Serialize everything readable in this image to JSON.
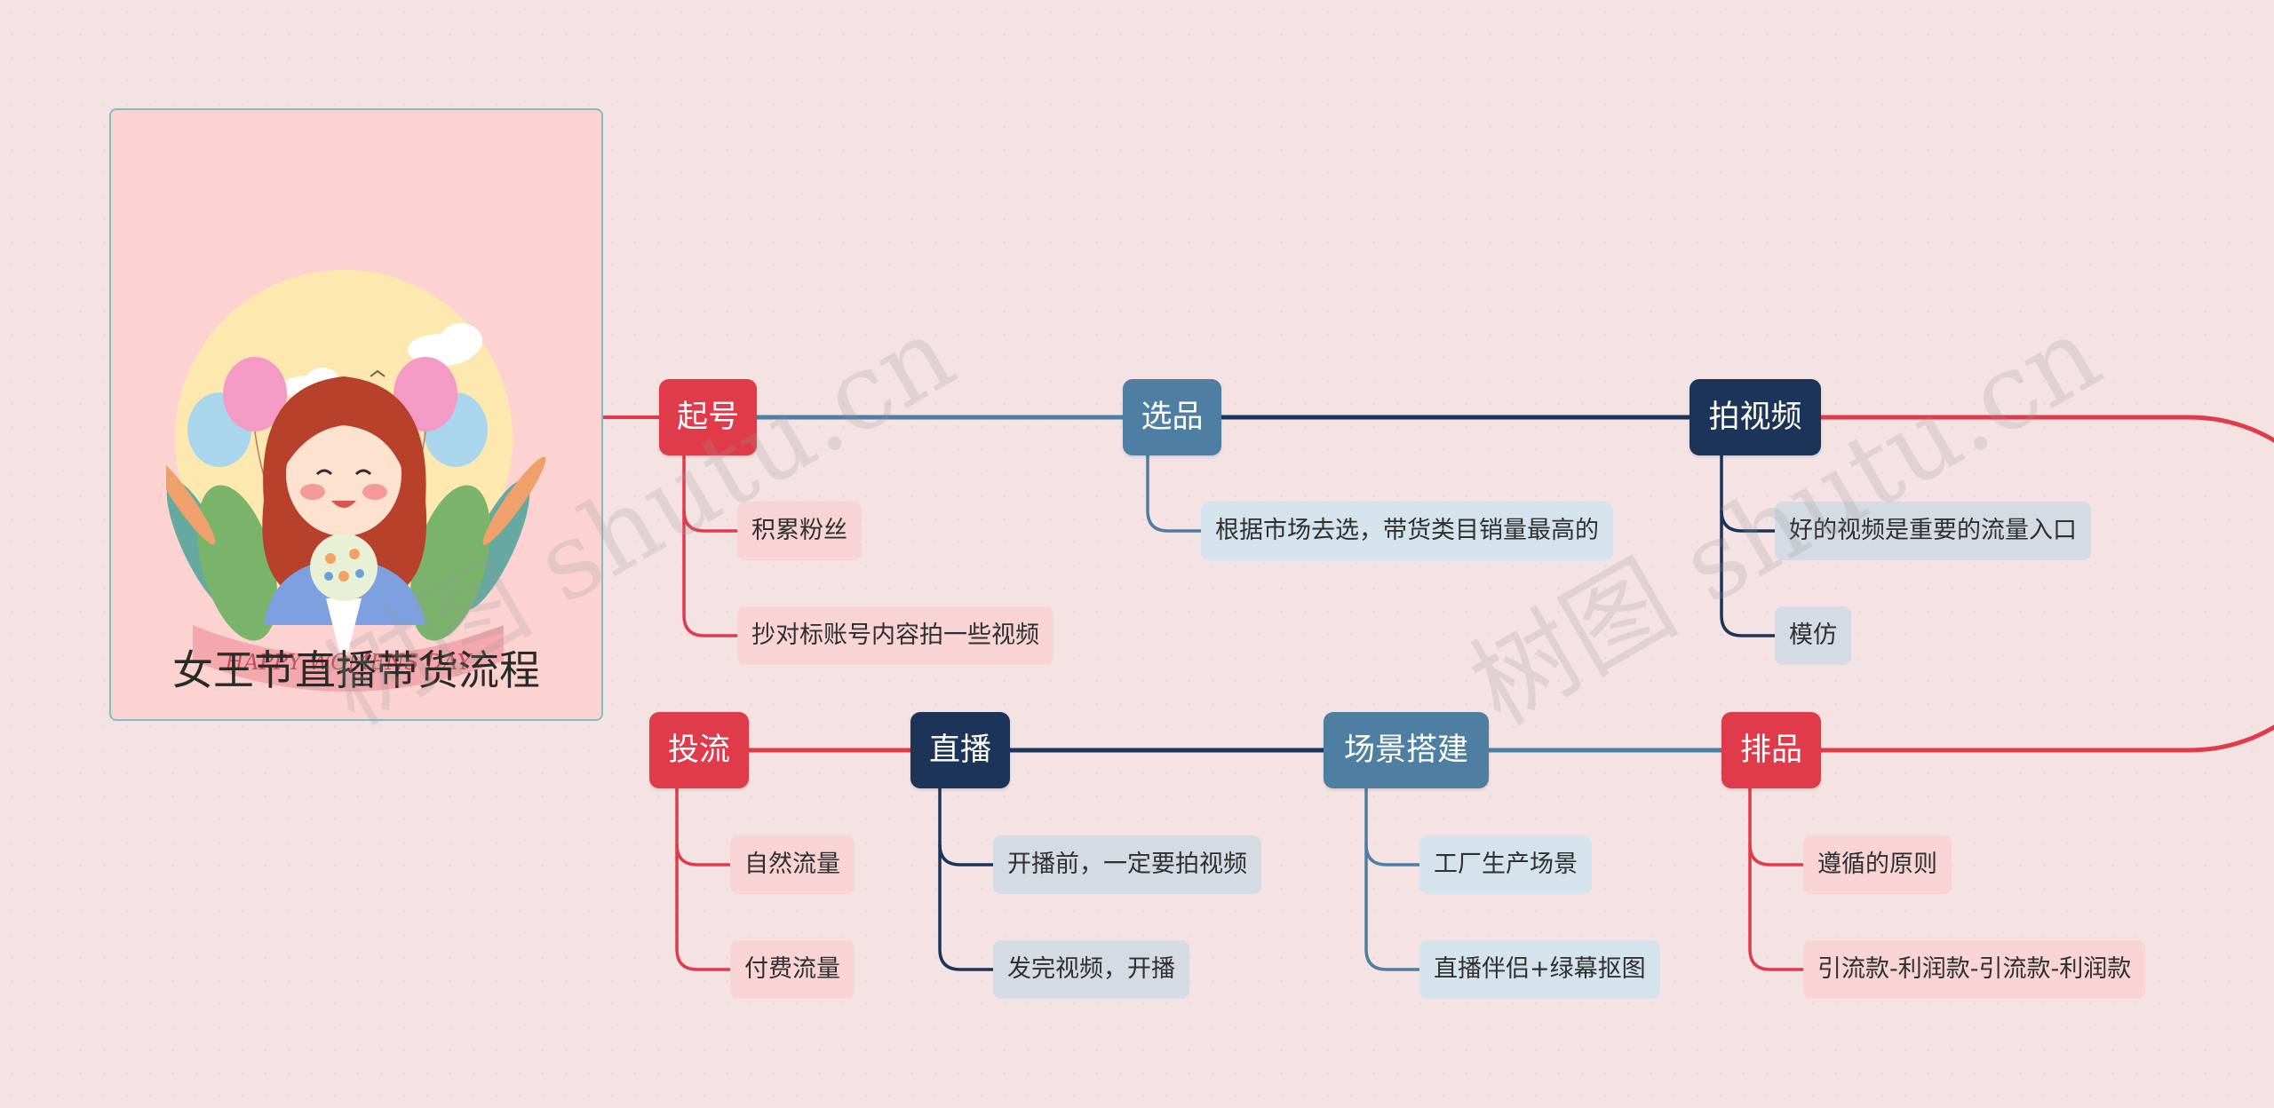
{
  "root": {
    "title": "女王节直播带货流程"
  },
  "illustration": {
    "banner_text": "HAPPY WOMENS DAY"
  },
  "topics": [
    {
      "label": "起号",
      "children": [
        "积累粉丝",
        "抄对标账号内容拍一些视频"
      ]
    },
    {
      "label": "选品",
      "children": [
        "根据市场去选，带货类目销量最高的"
      ]
    },
    {
      "label": "拍视频",
      "children": [
        "好的视频是重要的流量入口",
        "模仿"
      ]
    },
    {
      "label": "排品",
      "children": [
        "遵循的原则",
        "引流款-利润款-引流款-利润款"
      ]
    },
    {
      "label": "场景搭建",
      "children": [
        "工厂生产场景",
        "直播伴侣+绿幕抠图"
      ]
    },
    {
      "label": "直播",
      "children": [
        "开播前，一定要拍视频",
        "发完视频，开播"
      ]
    },
    {
      "label": "投流",
      "children": [
        "自然流量",
        "付费流量"
      ]
    }
  ],
  "watermark": "树图 shutu.cn",
  "colors": {
    "red": "#e03b4b",
    "steel": "#4e7ea1",
    "navy": "#1c3458",
    "background": "#f5e3e3"
  }
}
